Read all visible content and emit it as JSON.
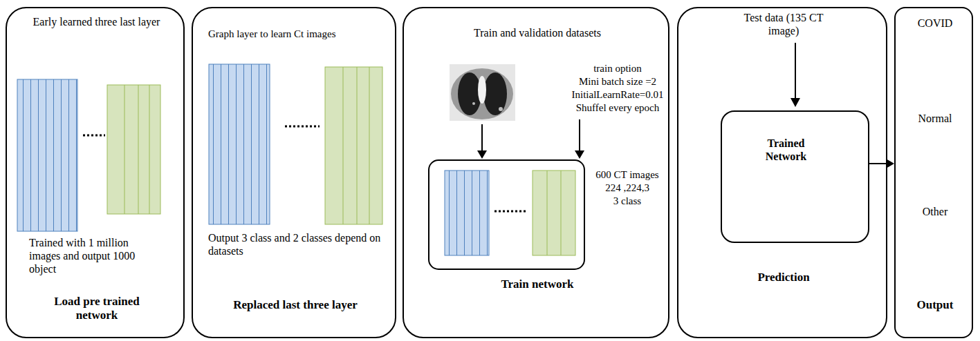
{
  "diagram": {
    "nodes": [
      {
        "text": [
          "Early learned three last layer",
          "Trained with 1 million images and output 1000 object",
          "Load pre trained network"
        ]
      },
      {
        "text": [
          "Graph layer to learn Ct images",
          "Output 3 class and 2 classes depend on datasets",
          "Replaced last three layer"
        ]
      },
      {
        "text": [
          "Train and validation datasets",
          "train option",
          "Mini batch size =2",
          "InitialLearnRate=0.01",
          "Shuffel every epoch",
          "600 CT images",
          "224 ,224,3",
          "3 class",
          "Train network"
        ]
      },
      {
        "text": [
          "Test data (135 CT image)",
          "Prediction"
        ]
      },
      {
        "text": [
          "Trained Network"
        ],
        "in": 3
      },
      {
        "text": [
          "COVID",
          "Normal",
          "Other",
          "Output"
        ]
      }
    ],
    "edges": [
      {
        "from": 4,
        "to": 5,
        "arrow": "to"
      }
    ]
  }
}
